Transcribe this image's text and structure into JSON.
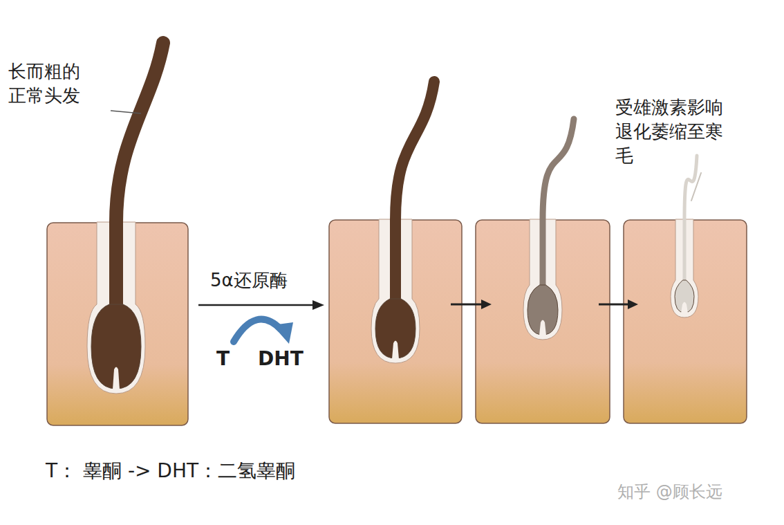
{
  "diagram": {
    "labels": [
      "长而粗的 正常头发",
      "5α还原酶",
      "T",
      "DHT",
      "受雄激素影响 退化萎缩至寒毛",
      "T： 睾酮 -> DHT：二氢睾酮",
      "知乎 @顾长远"
    ]
  }
}
